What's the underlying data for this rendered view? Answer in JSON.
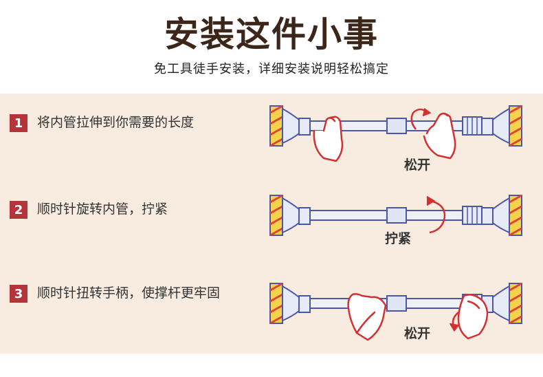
{
  "header": {
    "title": "安装这件小事",
    "subtitle": "免工具徒手安装，详细安装说明轻松搞定"
  },
  "steps": [
    {
      "num": "1",
      "text": "将内管拉伸到你需要的长度",
      "caption": "松开"
    },
    {
      "num": "2",
      "text": "顺时针旋转内管，拧紧",
      "caption": "拧紧"
    },
    {
      "num": "3",
      "text": "顺时针扭转手柄，使撑杆更牢固",
      "caption": "松开"
    }
  ],
  "colors": {
    "accent": "#b5343a",
    "panel": "#f8ece1",
    "pad_yellow": "#f6d24a",
    "pad_red": "#e0413a",
    "rod_blue": "#4b56a8",
    "hand_red": "#d43030"
  }
}
